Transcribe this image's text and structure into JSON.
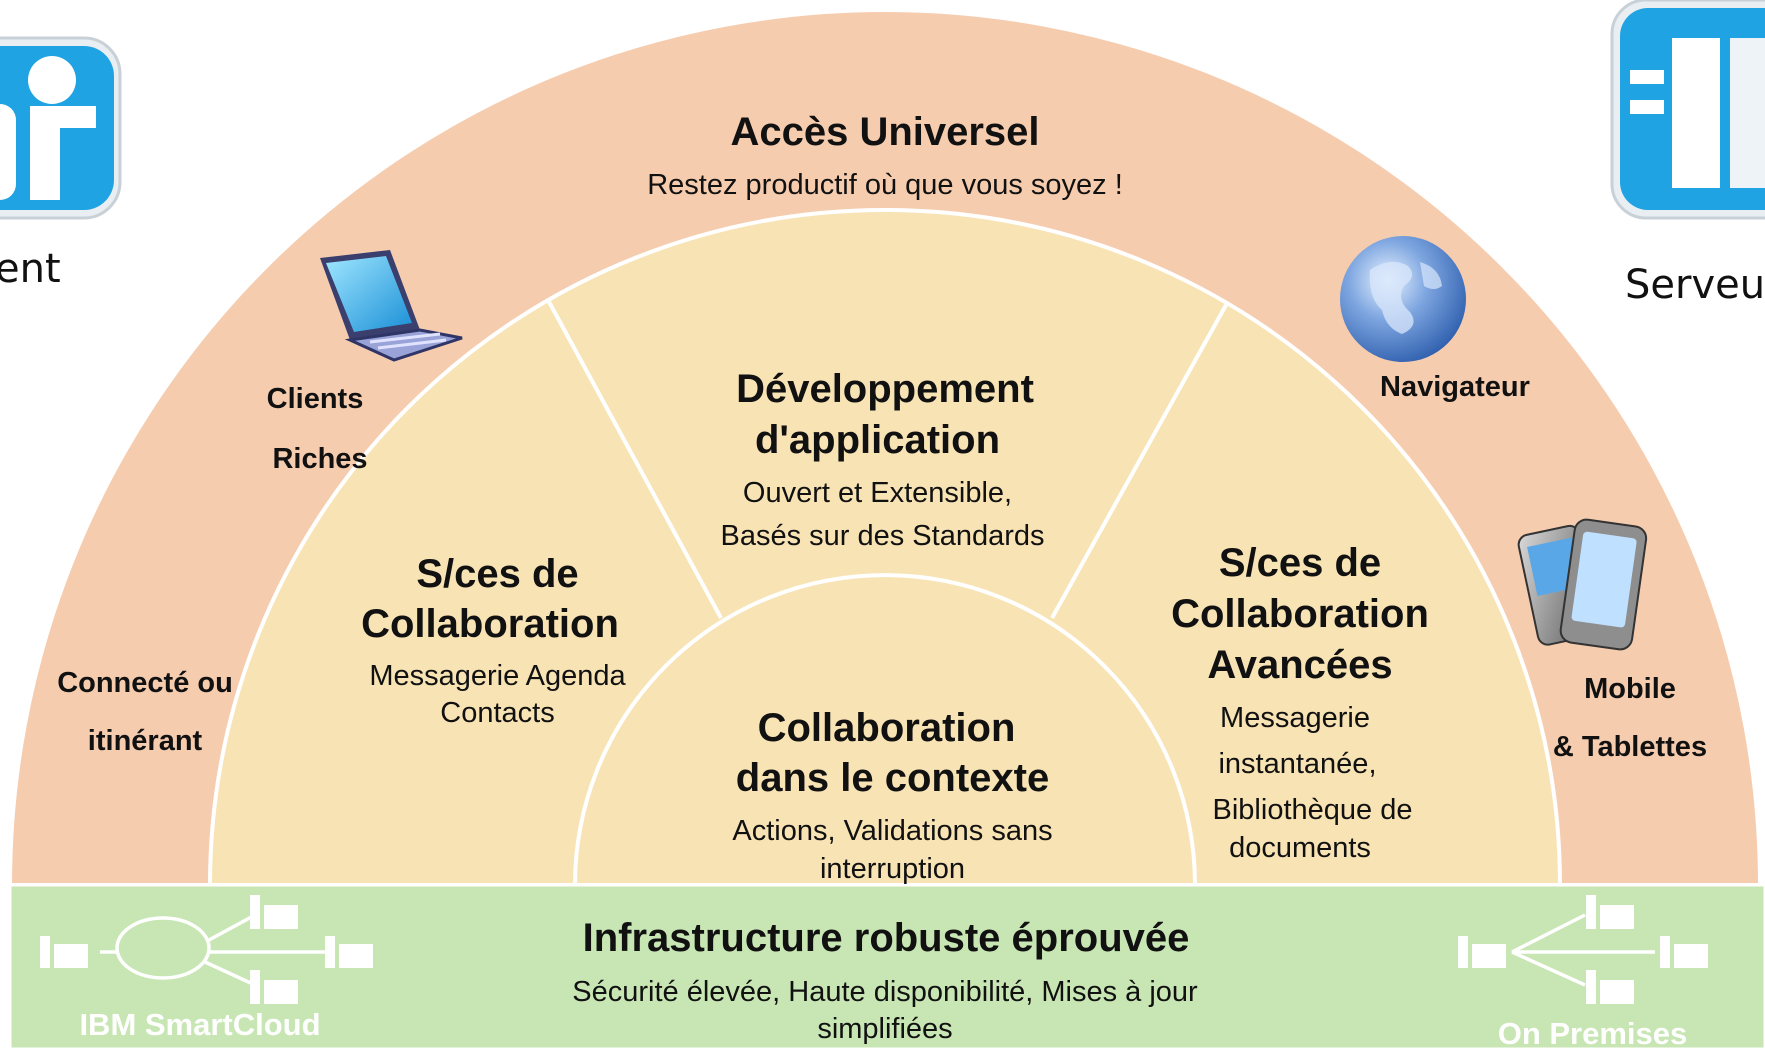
{
  "outer_ring": {
    "title": "Accès Universel",
    "subtitle": "Restez productif où que vous soyez !"
  },
  "sectors": {
    "development": {
      "title_line1": "Développement",
      "title_line2": "d'application",
      "desc_line1": "Ouvert et Extensible,",
      "desc_line2": "Basés sur des Standards"
    },
    "collab": {
      "title_line1": "S/ces de",
      "title_line2": "Collaboration",
      "desc_line1": "Messagerie Agenda",
      "desc_line2": "Contacts"
    },
    "advanced": {
      "title_line1": "S/ces de",
      "title_line2": "Collaboration",
      "title_line3": "Avancées",
      "desc_line1": "Messagerie",
      "desc_line2": "instantanée,",
      "desc_line3": "Bibliothèque de",
      "desc_line4": "documents"
    }
  },
  "center": {
    "title_line1": "Collaboration",
    "title_line2": "dans le contexte",
    "desc_line1": "Actions, Validations sans",
    "desc_line2": "interruption"
  },
  "access_labels": {
    "rich_clients_line1": "Clients",
    "rich_clients_line2": "Riches",
    "connected_line1": "Connecté ou",
    "connected_line2": "itinérant",
    "browser": "Navigateur",
    "mobile_line1": "Mobile",
    "mobile_line2": "& Tablettes"
  },
  "infrastructure": {
    "title": "Infrastructure robuste éprouvée",
    "desc_line1": "Sécurité élevée, Haute disponibilité, Mises à jour",
    "desc_line2": "simplifiées",
    "left_brand": "IBM SmartCloud",
    "right_brand": "On Premises"
  },
  "side_labels": {
    "left": "ent",
    "right": "Serveur"
  },
  "icons": [
    "client-app-icon",
    "server-app-icon",
    "laptop-icon",
    "globe-icon",
    "mobile-phones-icon",
    "cloud-network-icon",
    "building-network-icon"
  ],
  "colors": {
    "outer_ring": "#f6ccaf",
    "inner_fill": "#f8e3b4",
    "infrastructure_band": "#c8e6b4",
    "icon_blue": "#1fa3e3",
    "separator": "#ffffff"
  }
}
